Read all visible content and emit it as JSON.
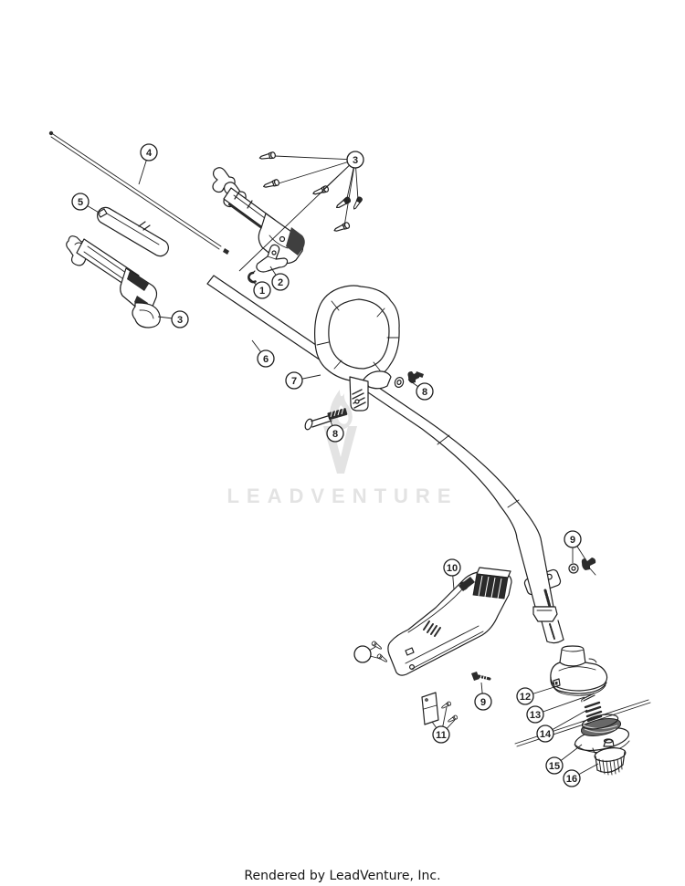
{
  "diagram": {
    "watermark_text": "LEADVENTURE",
    "callouts": [
      {
        "label": "4"
      },
      {
        "label": "3"
      },
      {
        "label": "5"
      },
      {
        "label": "1"
      },
      {
        "label": "2"
      },
      {
        "label": "3"
      },
      {
        "label": "6"
      },
      {
        "label": "7"
      },
      {
        "label": "8"
      },
      {
        "label": "8"
      },
      {
        "label": "9"
      },
      {
        "label": "10"
      },
      {
        "label": ""
      },
      {
        "label": "9"
      },
      {
        "label": "11"
      },
      {
        "label": "12"
      },
      {
        "label": "13"
      },
      {
        "label": "14"
      },
      {
        "label": "15"
      },
      {
        "label": "16"
      }
    ]
  },
  "footer": {
    "credit": "Rendered by LeadVenture, Inc."
  },
  "colors": {
    "line": "#1f1f1f",
    "dark_fill": "#2b2b2b",
    "watermark": "#e3e3e3",
    "background": "#ffffff"
  }
}
